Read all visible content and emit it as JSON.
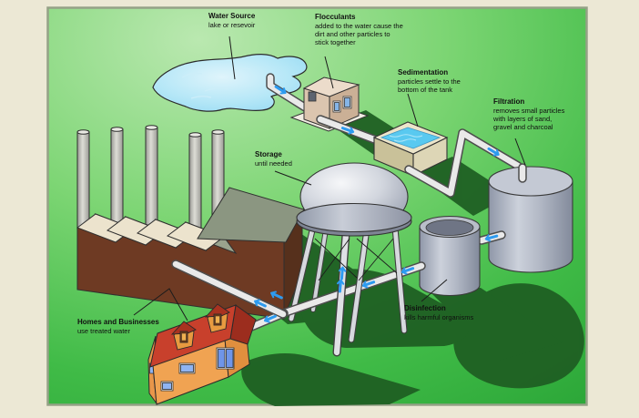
{
  "palette": {
    "background": "#ece8d5",
    "frame_line": "#95a187",
    "grass_light": "#bae8b0",
    "grass_dark": "#2da839",
    "shadow_green": "#1f6023",
    "lake_blue": "#9bdcf2",
    "pipe_gray": "#e9e9e9",
    "flow_arrow_blue": "#2d9bf0",
    "tank_gray": "#b6bcc9",
    "factory_brown": "#6e3a23",
    "roof_red": "#c8402c",
    "house_orange": "#f0a352",
    "building_tan": "#dbc5af"
  },
  "labels": {
    "water_source": {
      "title": "Water Source",
      "desc": "lake or resevoir"
    },
    "flocculants": {
      "title": "Flocculants",
      "desc": "added to the water cause the\ndirt and other particles to\nstick together"
    },
    "sedimentation": {
      "title": "Sedimentation",
      "desc": "particles settle to the\nbottom of the tank"
    },
    "filtration": {
      "title": "Filtration",
      "desc": "removes small particles\nwith layers of sand,\ngravel and charcoal"
    },
    "storage": {
      "title": "Storage",
      "desc": "until needed"
    },
    "disinfection": {
      "title": "Disinfection",
      "desc": "kills harmful organisms"
    },
    "homes": {
      "title": "Homes and Businesses",
      "desc": "use treated water"
    }
  }
}
